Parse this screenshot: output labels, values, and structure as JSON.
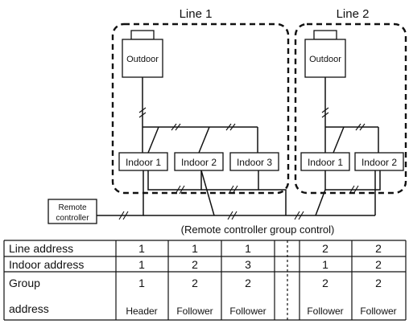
{
  "lines": [
    {
      "label": "Line 1",
      "outdoor_label": "Outdoor",
      "indoor_units": [
        "Indoor 1",
        "Indoor 2",
        "Indoor 3"
      ]
    },
    {
      "label": "Line 2",
      "outdoor_label": "Outdoor",
      "indoor_units": [
        "Indoor 1",
        "Indoor 2"
      ]
    }
  ],
  "remote": {
    "line1": "Remote",
    "line2": "controller"
  },
  "caption": "(Remote controller group control)",
  "table": {
    "rows": [
      {
        "label": "Line address",
        "values": [
          "1",
          "1",
          "1",
          "2",
          "2"
        ]
      },
      {
        "label": "Indoor address",
        "values": [
          "1",
          "2",
          "3",
          "1",
          "2"
        ]
      },
      {
        "label_lines": [
          "Group",
          "address"
        ],
        "values": [
          "1",
          "2",
          "2",
          "2",
          "2"
        ],
        "roles": [
          "Header",
          "Follower",
          "Follower",
          "Follower",
          "Follower"
        ]
      }
    ]
  }
}
